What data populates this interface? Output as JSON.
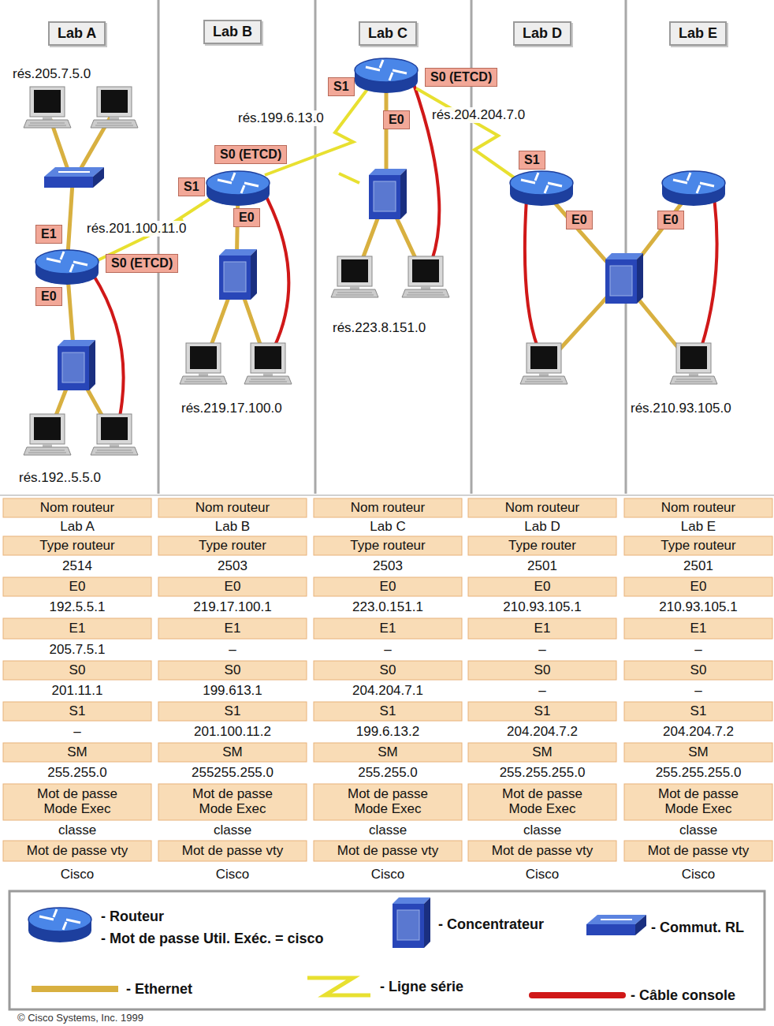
{
  "diagram": {
    "nodes": [
      {
        "text": [
          "Lab A"
        ]
      },
      {
        "text": [
          "Lab B"
        ]
      },
      {
        "text": [
          "Lab C"
        ]
      },
      {
        "text": [
          "Lab D"
        ]
      },
      {
        "text": [
          "Lab E"
        ]
      },
      {
        "text": [
          "E1"
        ]
      },
      {
        "text": [
          "S0 (ETCD)"
        ]
      },
      {
        "text": [
          "E0"
        ]
      },
      {
        "text": [
          "S0 (ETCD)"
        ]
      },
      {
        "text": [
          "S1"
        ]
      },
      {
        "text": [
          "E0"
        ]
      },
      {
        "text": [
          "S1"
        ]
      },
      {
        "text": [
          "S0 (ETCD)"
        ]
      },
      {
        "text": [
          "E0"
        ]
      },
      {
        "text": [
          "S1"
        ]
      },
      {
        "text": [
          "E0"
        ]
      },
      {
        "text": [
          "E0"
        ]
      }
    ],
    "labels": [
      "rés.205.7.5.0",
      "rés.199.6.13.0",
      "rés.204.204.7.0",
      "rés.201.100.11.0",
      "rés.219.17.100.0",
      "rés.223.8.151.0",
      "rés.210.93.105.0",
      "rés.192..5.5.0",
      "Nom routeur",
      "Lab A",
      "Type routeur",
      "2514",
      "E0",
      "192.5.5.1",
      "E1",
      "205.7.5.1",
      "S0",
      "201.11.1",
      "S1",
      "–",
      "SM",
      "255.255.0",
      "Mot de passe Mode Exec",
      "classe",
      "Mot de passe vty",
      "Cisco",
      "Nom routeur",
      "Lab B",
      "Type router",
      "2503",
      "E0",
      "219.17.100.1",
      "E1",
      "–",
      "S0",
      "199.613.1",
      "S1",
      "201.100.11.2",
      "SM",
      "255255.255.0",
      "Mot de passe Mode Exec",
      "classe",
      "Mot de passe vty",
      "Cisco",
      "Nom routeur",
      "Lab C",
      "Type routeur",
      "2503",
      "E0",
      "223.0.151.1",
      "E1",
      "–",
      "S0",
      "204.204.7.1",
      "S1",
      "199.6.13.2",
      "SM",
      "255.255.0",
      "Mot de passe Mode Exec",
      "classe",
      "Mot de passe vty",
      "Cisco",
      "Nom routeur",
      "Lab D",
      "Type router",
      "2501",
      "E0",
      "210.93.105.1",
      "E1",
      "–",
      "S0",
      "–",
      "S1",
      "204.204.7.2",
      "SM",
      "255.255.255.0",
      "Mot de passe Mode Exec",
      "classe",
      "Mot de passe vty",
      "Cisco",
      "Nom routeur",
      "Lab E",
      "Type routeur",
      "2501",
      "E0",
      "210.93.105.1",
      "E1",
      "–",
      "S0",
      "–",
      "S1",
      "204.204.7.2",
      "SM",
      "255.255.255.0",
      "Mot de passe Mode Exec",
      "classe",
      "Mot de passe vty",
      "Cisco",
      "© Cisco Systems, Inc. 1999"
    ],
    "legend": [
      {
        "text": "- Routeur"
      },
      {
        "text": "- Mot de passe Util. Exéc. = cisco"
      },
      {
        "text": "- Concentrateur"
      },
      {
        "text": "- Commut. RL"
      },
      {
        "text": "- Ethernet"
      },
      {
        "text": "- Ligne série"
      },
      {
        "text": "- Câble console"
      }
    ]
  }
}
